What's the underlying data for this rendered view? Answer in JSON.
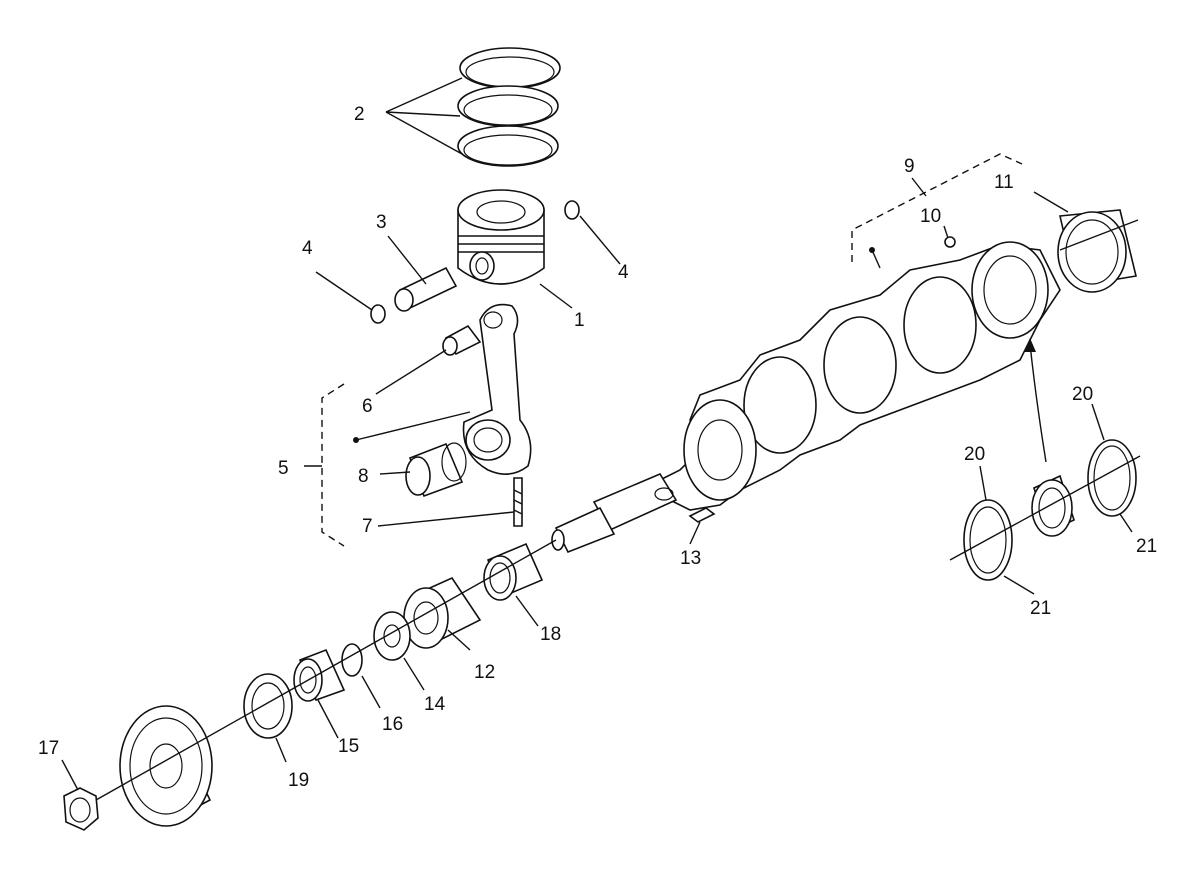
{
  "callouts": {
    "c1": "1",
    "c2": "2",
    "c3": "3",
    "c4a": "4",
    "c4b": "4",
    "c5": "5",
    "c6": "6",
    "c7": "7",
    "c8": "8",
    "c9": "9",
    "c10": "10",
    "c11": "11",
    "c12": "12",
    "c13": "13",
    "c14": "14",
    "c15": "15",
    "c16": "16",
    "c17": "17",
    "c18": "18",
    "c19": "19",
    "c20a": "20",
    "c20b": "20",
    "c21a": "21",
    "c21b": "21"
  },
  "colors": {
    "ink": "#111111",
    "paper": "#ffffff"
  }
}
